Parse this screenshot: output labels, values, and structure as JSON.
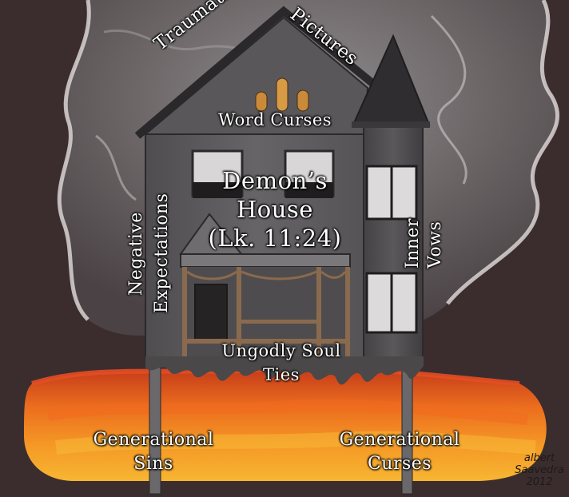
{
  "labels": {
    "traumatic": "Traumatic",
    "pictures": "Pictures",
    "word_curses": "Word Curses",
    "demons_house_line1": "Demon’s",
    "demons_house_line2": "House",
    "demons_house_line3": "(Lk. 11:24)",
    "negative": "Negative",
    "expectations": "Expectations",
    "inner": "Inner",
    "vows": "Vows",
    "ungodly_soul_line1": "Ungodly Soul",
    "ungodly_soul_line2": "Ties",
    "gen_sins_line1": "Generational",
    "gen_sins_line2": "Sins",
    "gen_curses_line1": "Generational",
    "gen_curses_line2": "Curses"
  },
  "signature": {
    "line1": "albert",
    "line2": "Saavedra",
    "line3": "2012"
  },
  "colors": {
    "background": "#3a2c2c",
    "smoke": "#b9b6b6",
    "house": "#5c5a5b",
    "roof": "#2f2d2f",
    "fire_orange": "#f08a1e",
    "fire_yellow": "#f7c23a",
    "fire_red": "#d6401c",
    "porch_wood": "#8a6a4e"
  }
}
